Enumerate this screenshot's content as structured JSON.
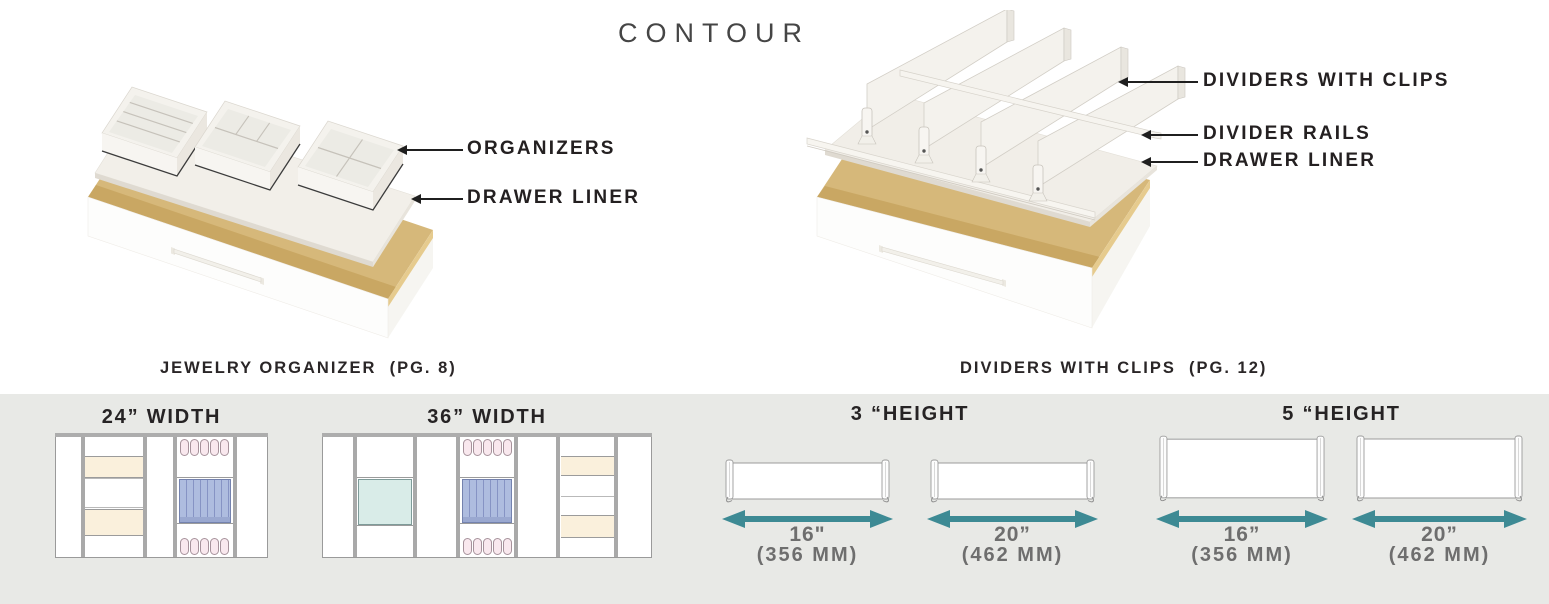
{
  "brand": {
    "title": "CONTOUR"
  },
  "illustrations": {
    "jewelry": {
      "caption": "JEWELRY ORGANIZER  (PG. 8)",
      "callouts": {
        "organizers": "ORGANIZERS",
        "drawer_liner": "DRAWER LINER"
      }
    },
    "dividers": {
      "caption": "DIVIDERS WITH CLIPS  (PG. 12)",
      "callouts": {
        "dividers_with_clips": "DIVIDERS WITH CLIPS",
        "divider_rails": "DIVIDER RAILS",
        "drawer_liner": "DRAWER LINER"
      }
    }
  },
  "spec_panel": {
    "widths": [
      {
        "title": "24” WIDTH"
      },
      {
        "title": "36” WIDTH"
      }
    ],
    "heights": [
      {
        "title": "3 “HEIGHT",
        "sizes": [
          {
            "inches": "16\"",
            "mm": "(356 MM)"
          },
          {
            "inches": "20”",
            "mm": "(462 MM)"
          }
        ]
      },
      {
        "title": "5 “HEIGHT",
        "sizes": [
          {
            "inches": "16”",
            "mm": "(356 MM)"
          },
          {
            "inches": "20”",
            "mm": "(462 MM)"
          }
        ]
      }
    ]
  },
  "colors": {
    "teal_arrow": "#3D8A94",
    "panel_background": "#E8E9E6",
    "wood": "#D6B87A",
    "swatch_blue": "#AEBCDF",
    "swatch_pink": "#F9E8EE",
    "swatch_cream": "#FAF0DC",
    "swatch_light_teal": "#D9ECE8"
  }
}
